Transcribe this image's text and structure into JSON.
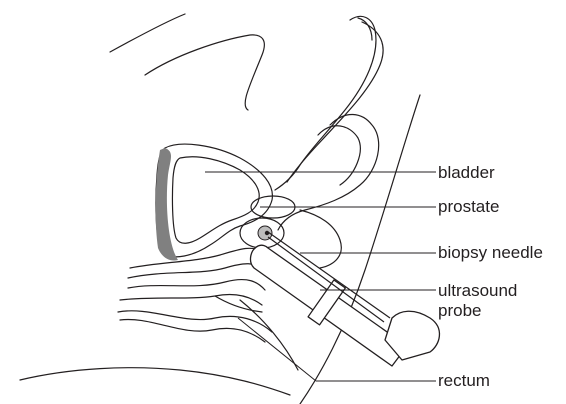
{
  "labels": {
    "bladder": "bladder",
    "prostate": "prostate",
    "biopsy_needle": "biopsy needle",
    "ultrasound_probe_line1": "ultrasound",
    "ultrasound_probe_line2": "probe",
    "rectum": "rectum"
  },
  "colors": {
    "line": "#231f20",
    "bladder_wall_shade": "#808080",
    "prostate_focus": "#bdbdbd"
  }
}
